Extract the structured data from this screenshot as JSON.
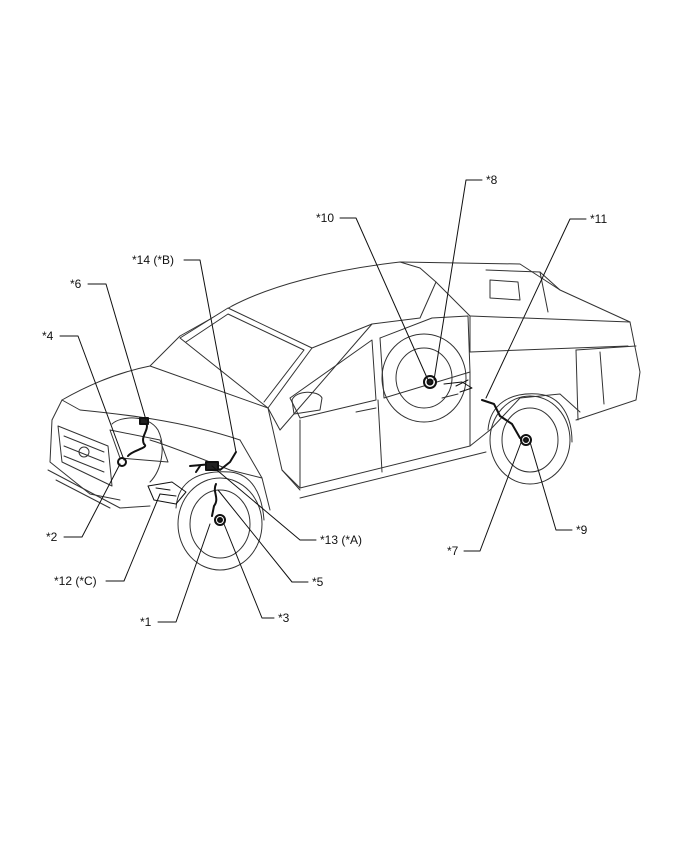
{
  "callouts": {
    "c1": "*1",
    "c2": "*2",
    "c3": "*3",
    "c4": "*4",
    "c5": "*5",
    "c6": "*6",
    "c7": "*7",
    "c8": "*8",
    "c9": "*9",
    "c10": "*10",
    "c11": "*11",
    "c12": "*12 (*C)",
    "c13": "*13 (*A)",
    "c14": "*14 (*B)"
  },
  "colors": {
    "line": "#222222",
    "background": "#ffffff"
  }
}
